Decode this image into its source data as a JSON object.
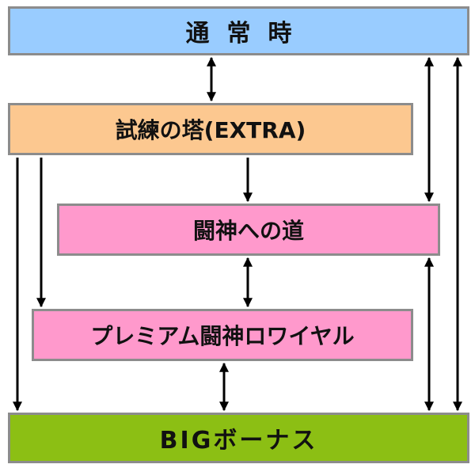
{
  "boxes": {
    "normal": "通常時",
    "trial": "試練の塔(EXTRA)",
    "road": "闘神への道",
    "royal": "プレミアム闘神ロワイヤル",
    "big": "BIGボーナス"
  },
  "colors": {
    "normal": "#99ccff",
    "trial": "#fcc890",
    "road": "#ff99cc",
    "royal": "#ff99cc",
    "big": "#8cbf14",
    "border": "#8c8c8c",
    "arrow": "#000000"
  }
}
